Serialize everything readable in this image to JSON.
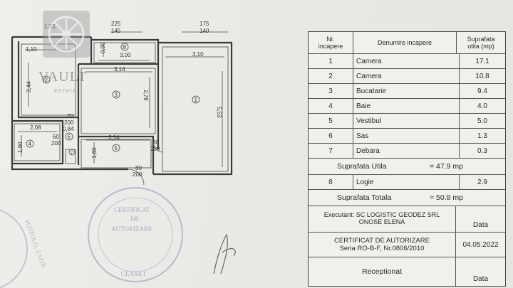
{
  "plan": {
    "brand": "VAULT",
    "brand_sub": "ESTATE",
    "dims": {
      "top_a": "225",
      "top_b": "145",
      "top_c": "175",
      "top_d": "140",
      "corner": "1.35",
      "w_110": "1,10",
      "h_090": "0,90",
      "w_300": "3,00",
      "w_310": "3,10",
      "w_314a": "3,14",
      "h_344": "3,44",
      "h_278": "2,78",
      "h_553": "5,53",
      "door_70": "70",
      "door_200a": "200",
      "w_084": "0,84",
      "w_208": "2,08",
      "door_60": "60",
      "door_200b": "200",
      "w_314b": "3,14",
      "h_190": "1,90",
      "h_160": "1,60",
      "door_80a": "80",
      "door_200c": "200",
      "door_80b": "80",
      "door_200d": "200"
    },
    "rooms": [
      "1",
      "2",
      "3",
      "4",
      "5",
      "6",
      "7",
      "8"
    ]
  },
  "table": {
    "headers": {
      "nr": [
        "Nr.",
        "incapere"
      ],
      "name": "Denumire incapere",
      "area": [
        "Suprafata",
        "utila (mp)"
      ]
    },
    "rows": [
      {
        "nr": "1",
        "name": "Camera",
        "area": "17.1"
      },
      {
        "nr": "2",
        "name": "Camera",
        "area": "10.8"
      },
      {
        "nr": "3",
        "name": "Bucatarie",
        "area": "9.4"
      },
      {
        "nr": "4",
        "name": "Baie",
        "area": "4.0"
      },
      {
        "nr": "5",
        "name": "Vestibul",
        "area": "5.0"
      },
      {
        "nr": "6",
        "name": "Sas",
        "area": "1.3"
      },
      {
        "nr": "7",
        "name": "Debara",
        "area": "0.3"
      }
    ],
    "suprafata_utila": {
      "label": "Suprafata Utila",
      "value": "= 47.9 mp"
    },
    "logie": {
      "nr": "8",
      "name": "Logie",
      "area": "2.9"
    },
    "suprafata_totala": {
      "label": "Suprafata Totala",
      "value": "= 50.8 mp"
    },
    "executant": {
      "line1": "Executant: SC LOGISTIC GEODEZ SRL",
      "line2": "ONOSE ELENA",
      "right": "Data"
    },
    "certificat": {
      "line1": "CERTIFICAT DE AUTORIZARE",
      "line2": "Seria RO-B-F, Nr.0806/2010",
      "right": "04.05.2022"
    },
    "receptionat": {
      "label": "Receptionat",
      "right": "Data"
    }
  },
  "stamp": {
    "line1": "CERTIFICAT",
    "line2": "DE",
    "line3": "AUTORIZARE",
    "bottom": "CLASA I",
    "left": "POSTOLO. ZAFIR"
  }
}
